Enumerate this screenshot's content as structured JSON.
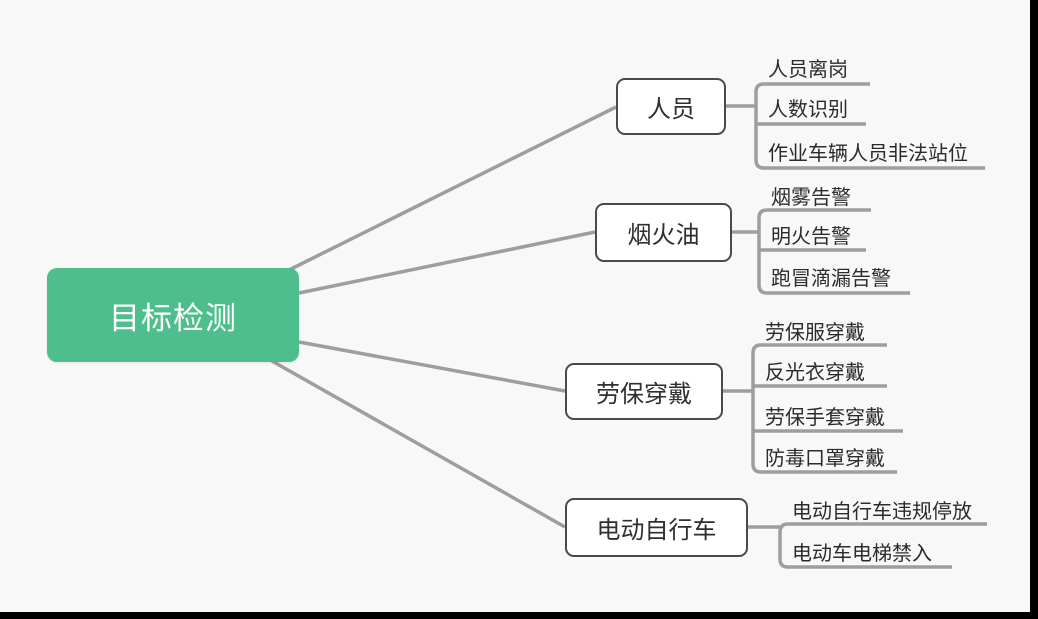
{
  "mindmap": {
    "root": {
      "label": "目标检测"
    },
    "branches": [
      {
        "label": "人员",
        "children": [
          "人员离岗",
          "人数识别",
          "作业车辆人员非法站位"
        ]
      },
      {
        "label": "烟火油",
        "children": [
          "烟雾告警",
          "明火告警",
          "跑冒滴漏告警"
        ]
      },
      {
        "label": "劳保穿戴",
        "children": [
          "劳保服穿戴",
          "反光衣穿戴",
          "劳保手套穿戴",
          "防毒口罩穿戴"
        ]
      },
      {
        "label": "电动自行车",
        "children": [
          "电动自行车违规停放",
          "电动车电梯禁入"
        ]
      }
    ],
    "colors": {
      "background": "#f8f8f8",
      "root_bg": "#4dbe8c",
      "root_text": "#ffffff",
      "node_border": "#4a4a4a",
      "node_bg": "#ffffff",
      "connector": "#9e9e9e",
      "leaf_text": "#2b2b2b",
      "screen_edge": "#000000"
    }
  }
}
